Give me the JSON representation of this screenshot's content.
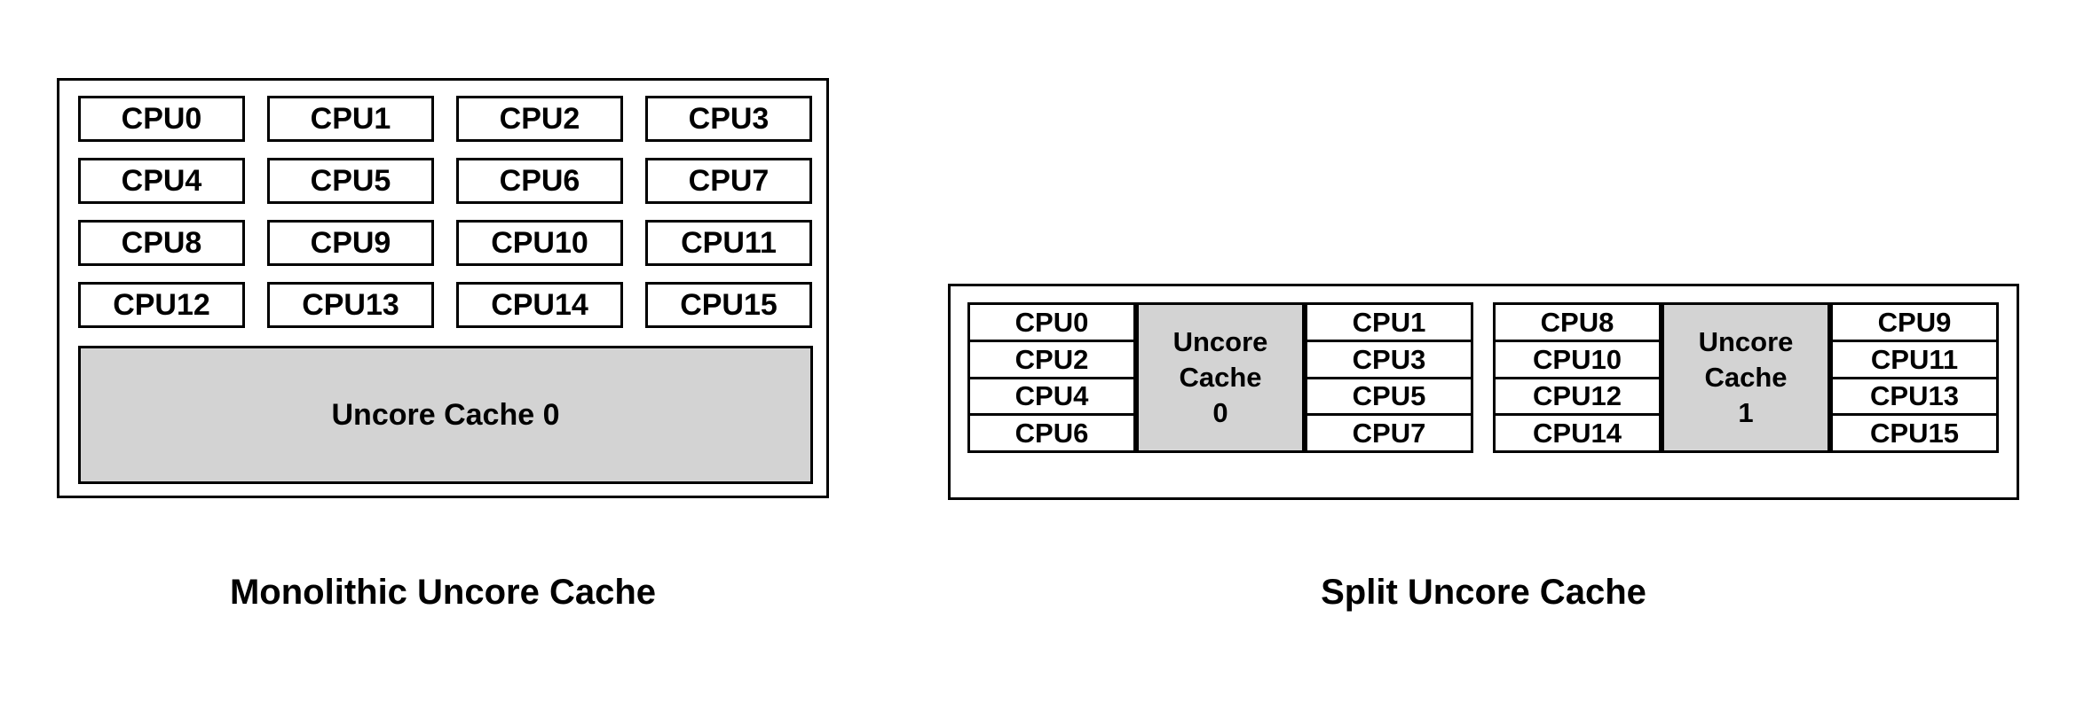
{
  "figures": [
    {
      "id": "monolithic",
      "caption": "Monolithic Uncore Cache",
      "cpus": [
        "CPU0",
        "CPU1",
        "CPU2",
        "CPU3",
        "CPU4",
        "CPU5",
        "CPU6",
        "CPU7",
        "CPU8",
        "CPU9",
        "CPU10",
        "CPU11",
        "CPU12",
        "CPU13",
        "CPU14",
        "CPU15"
      ],
      "cache": {
        "label": "Uncore Cache 0"
      }
    },
    {
      "id": "split",
      "caption": "Split Uncore Cache",
      "clusters": [
        {
          "left_cpus": [
            "CPU0",
            "CPU2",
            "CPU4",
            "CPU6"
          ],
          "cache": {
            "line1": "Uncore",
            "line2": "Cache",
            "line3": "0"
          },
          "right_cpus": [
            "CPU1",
            "CPU3",
            "CPU5",
            "CPU7"
          ]
        },
        {
          "left_cpus": [
            "CPU8",
            "CPU10",
            "CPU12",
            "CPU14"
          ],
          "cache": {
            "line1": "Uncore",
            "line2": "Cache",
            "line3": "1"
          },
          "right_cpus": [
            "CPU9",
            "CPU11",
            "CPU13",
            "CPU15"
          ]
        }
      ]
    }
  ],
  "colors": {
    "background": "#ffffff",
    "stroke": "#000000",
    "cache_fill": "#d3d3d3",
    "cpu_fill": "#ffffff",
    "text": "#000000"
  }
}
